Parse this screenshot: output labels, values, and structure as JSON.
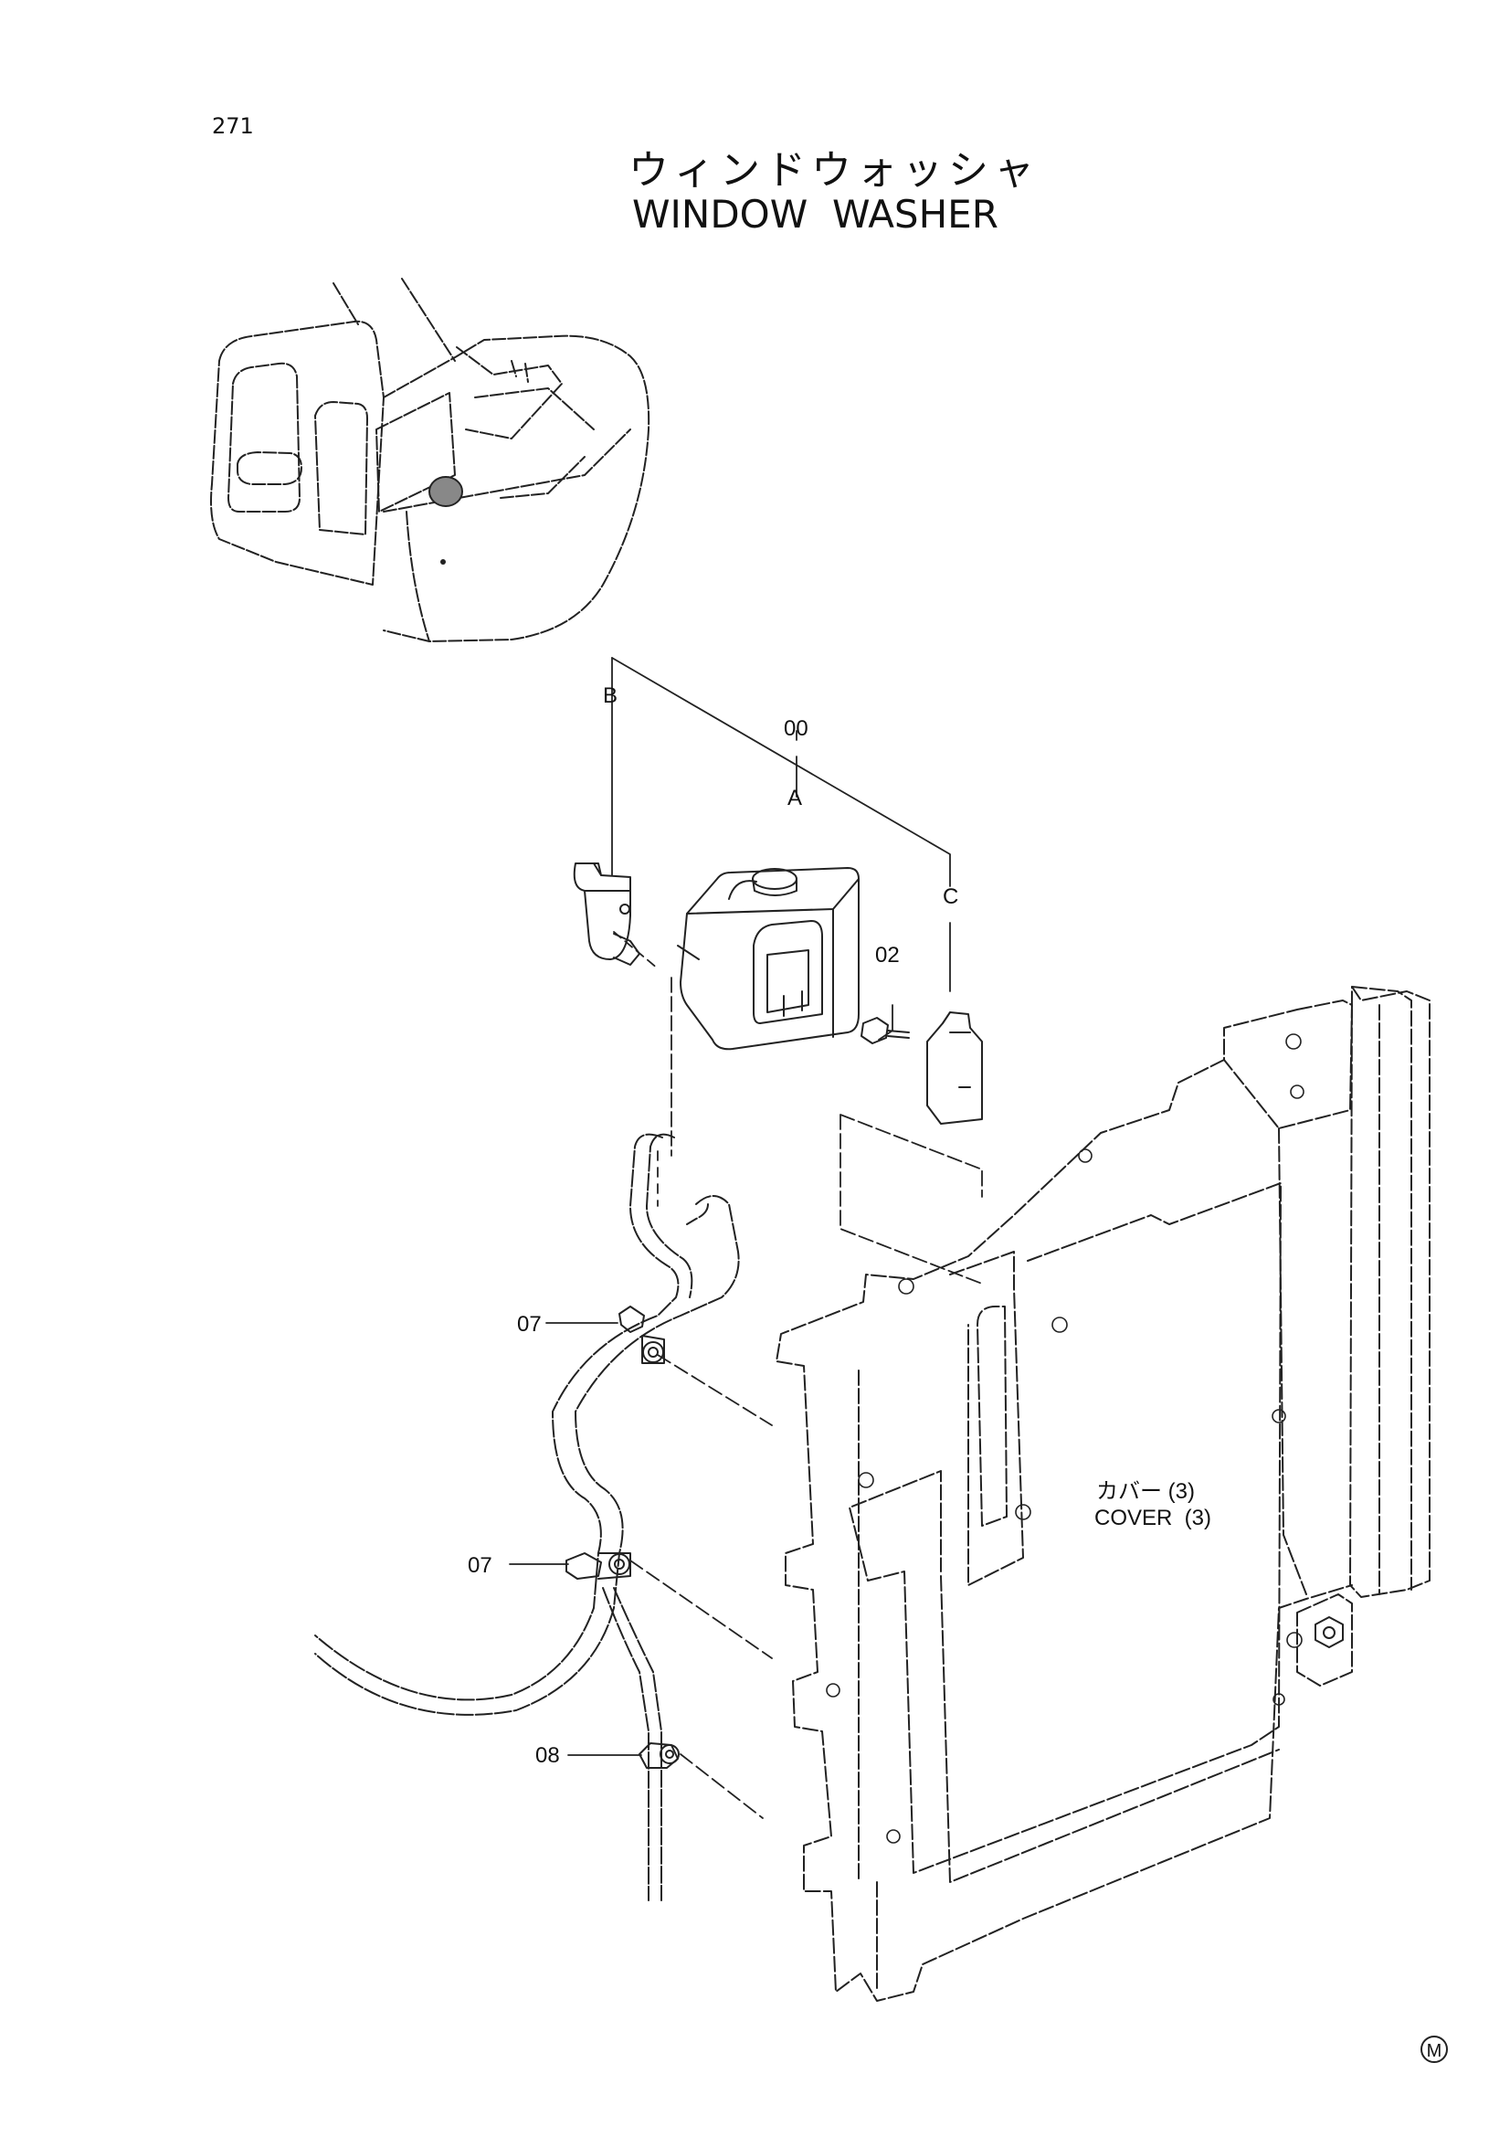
{
  "page_number": "271",
  "title_jp": "ウィンドウォッシャ",
  "title_en": "WINDOW  WASHER",
  "callouts": {
    "assembly": "00",
    "point_a": "A",
    "point_b": "B",
    "point_c": "C",
    "bolt": "02",
    "clamp_upper": "07",
    "clamp_middle": "07",
    "clamp_lower": "08"
  },
  "cover_label": {
    "jp": "カバー (3)",
    "en": "COVER  (3)"
  },
  "mark": "M"
}
